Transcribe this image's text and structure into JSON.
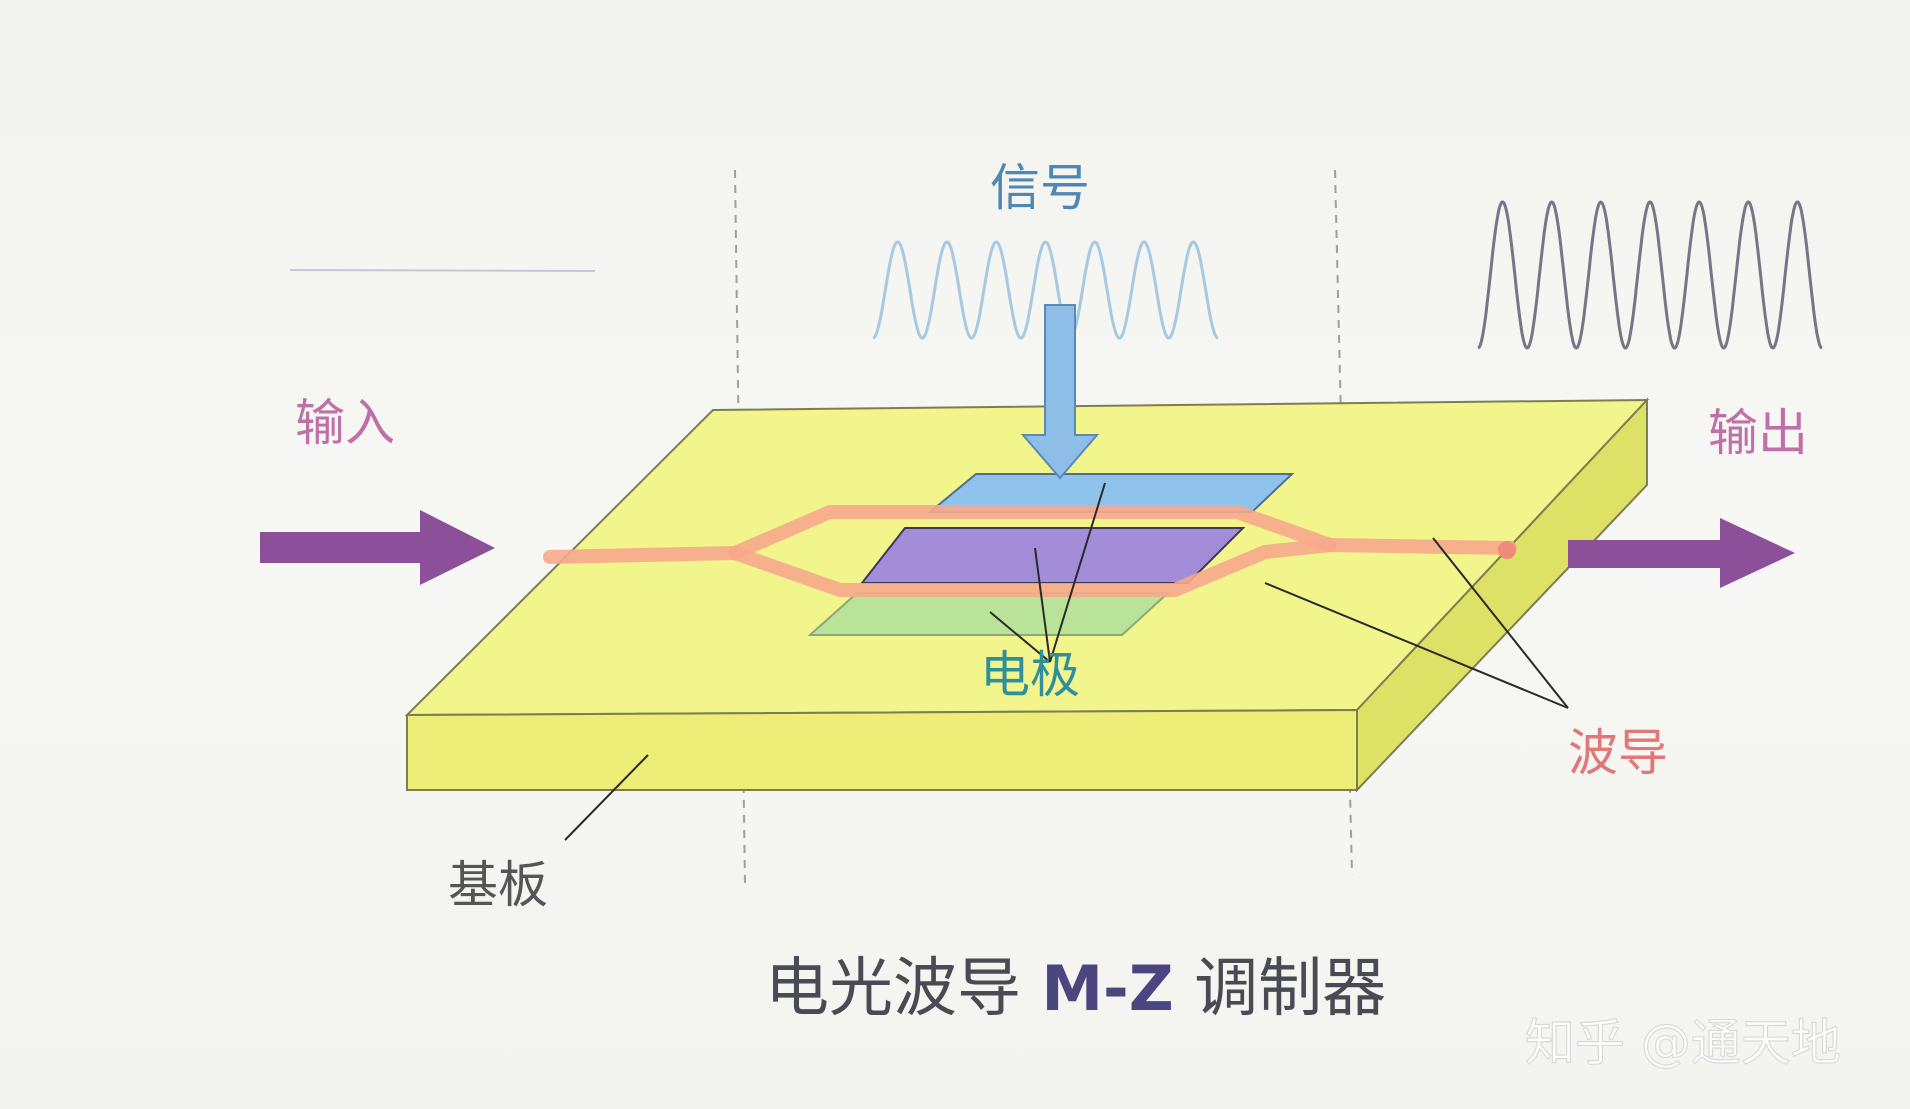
{
  "labels": {
    "signal": "信号",
    "input": "输入",
    "output": "输出",
    "electrode": "电极",
    "waveguide": "波导",
    "substrate": "基板"
  },
  "caption": {
    "prefix": "电光波导 ",
    "model": "M-Z",
    "suffix": " 调制器"
  },
  "watermark": "知乎 @通天地",
  "colors": {
    "substrate_top": "#f2f48c",
    "substrate_front": "#ecee78",
    "substrate_side": "#dde267",
    "waveguide": "#f7a88c",
    "electrode_blue": "#8fc3ee",
    "electrode_purple": "#a48dd8",
    "electrode_green": "#b8e398",
    "arrow_blue": "#8ebde8",
    "arrow_purple": "#8c4f9a",
    "signal_wave": "#a7c9e2",
    "output_wave": "#7a7585",
    "label_pink": "#c070a8",
    "label_teal": "#2f8f9c",
    "label_blue": "#4f86b3",
    "label_orange": "#e07878",
    "label_gray": "#555555"
  }
}
